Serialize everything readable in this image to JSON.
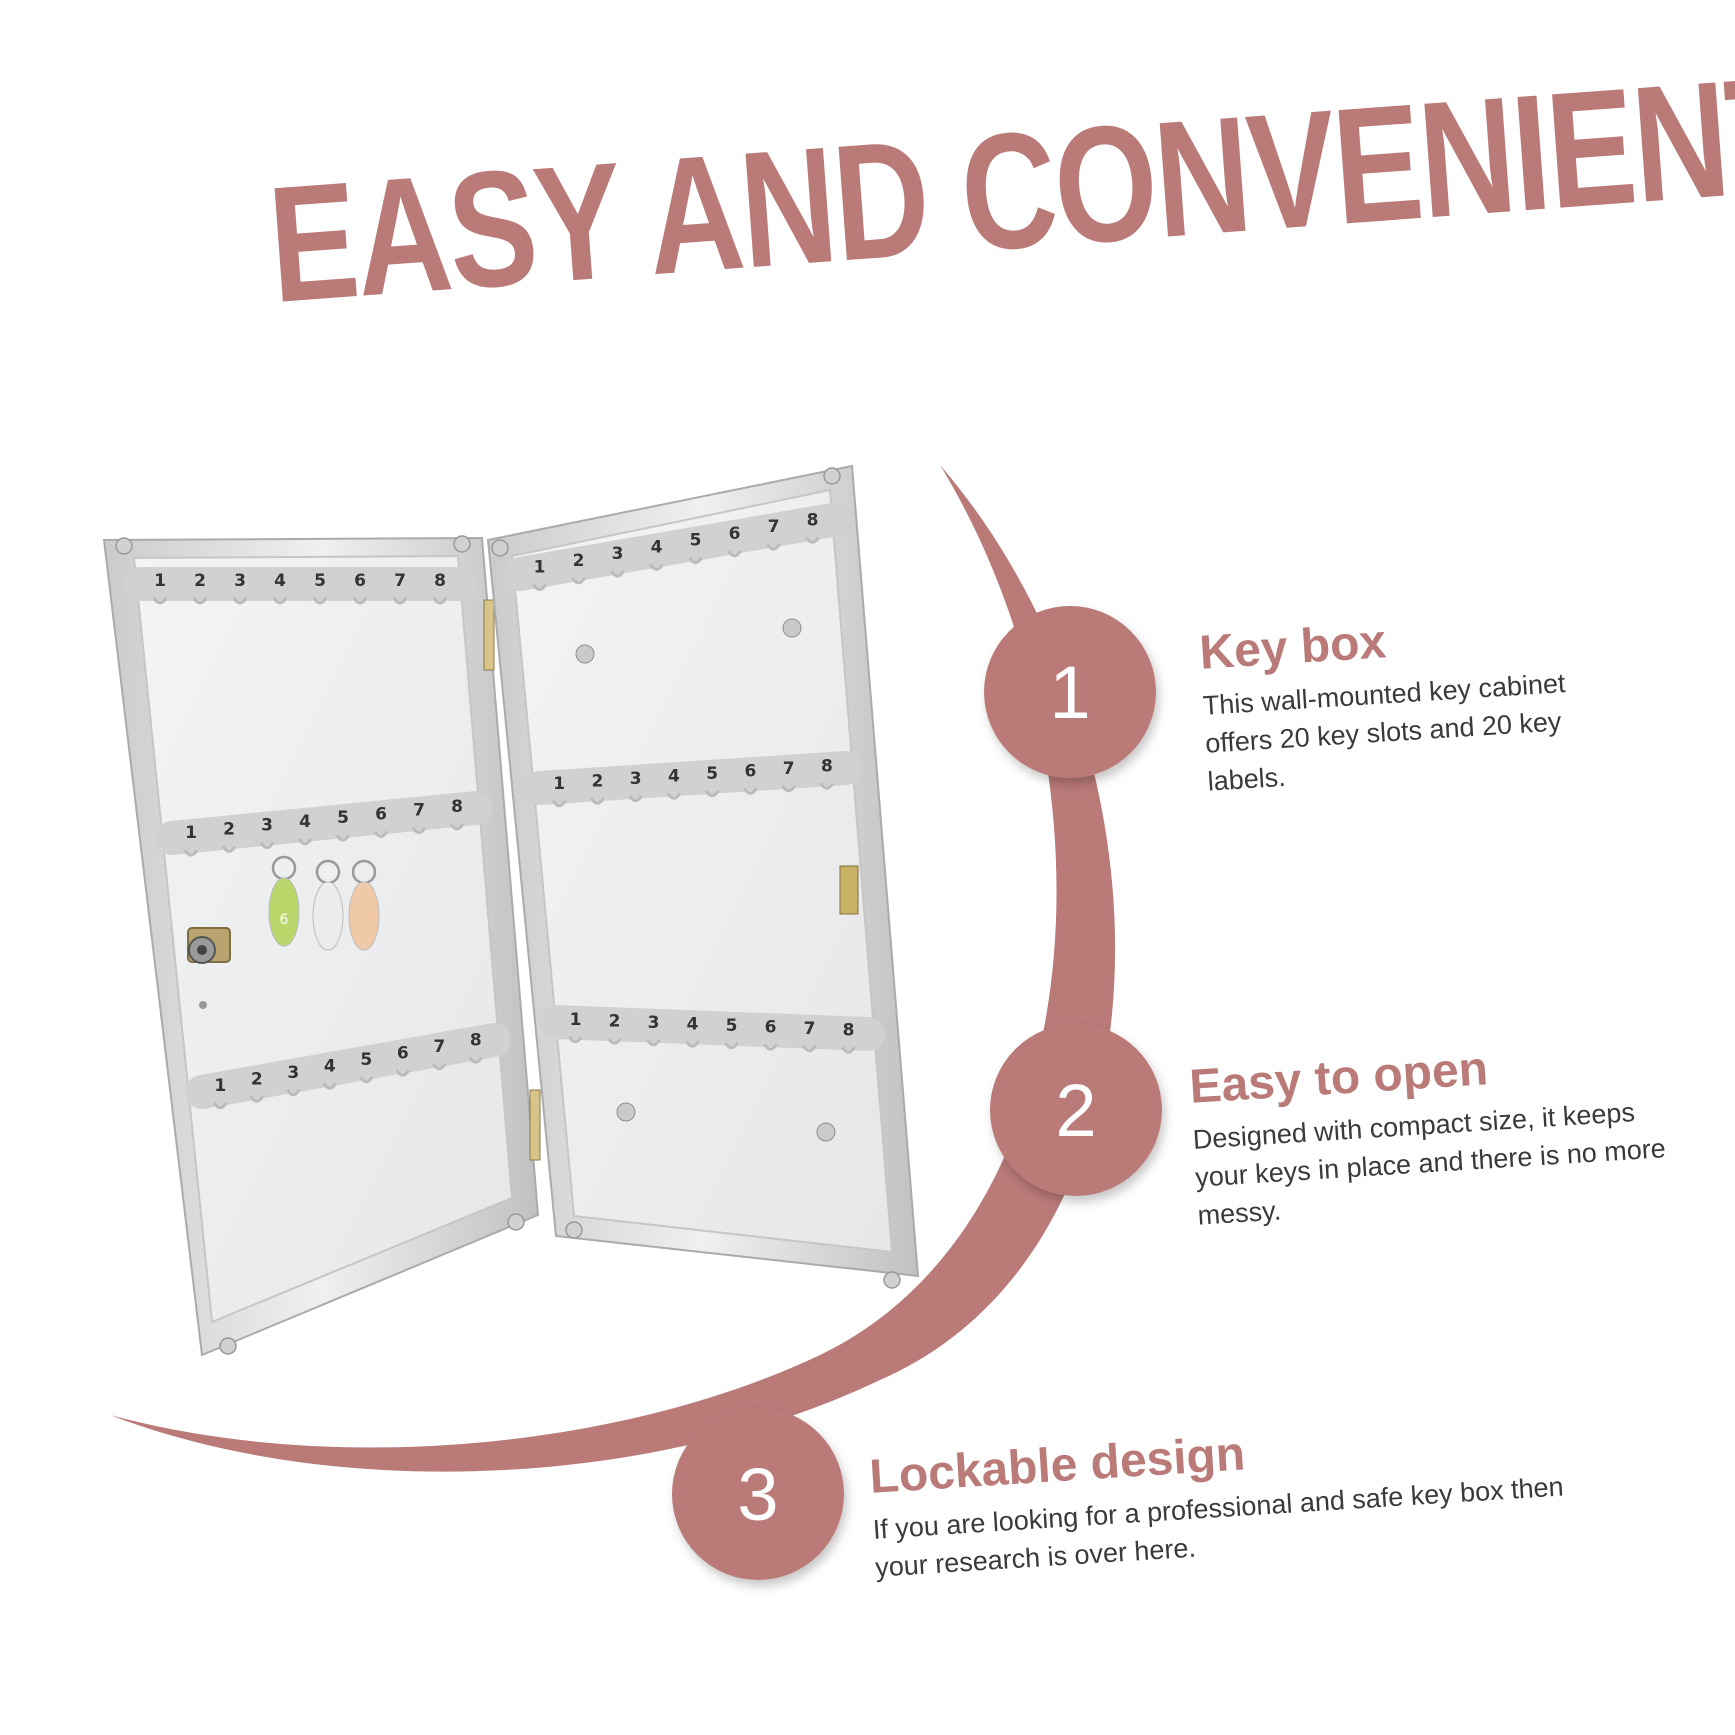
{
  "headline": "EASY AND CONVENIENT",
  "features": [
    {
      "number": "1",
      "title": "Key box",
      "description": "This wall-mounted key cabinet offers 20 key slots and 20 key labels."
    },
    {
      "number": "2",
      "title": "Easy to open",
      "description": "Designed with compact size, it keeps your keys in place and there is no more messy."
    },
    {
      "number": "3",
      "title": "Lockable design",
      "description": "If you are looking for a professional and safe key box then your research is over here."
    }
  ],
  "cabinet": {
    "left_door": {
      "rows": [
        {
          "hooks": [
            "1",
            "2",
            "3",
            "4",
            "5",
            "6",
            "7",
            "8"
          ]
        },
        {
          "hooks": [
            "1",
            "2",
            "3",
            "4",
            "5",
            "6",
            "7",
            "8"
          ]
        },
        {
          "hooks": [
            "1",
            "2",
            "3",
            "4",
            "5",
            "6",
            "7",
            "8"
          ]
        }
      ]
    },
    "right_panel": {
      "rows": [
        {
          "hooks": [
            "1",
            "2",
            "3",
            "4",
            "5",
            "6",
            "7",
            "8"
          ]
        },
        {
          "hooks": [
            "1",
            "2",
            "3",
            "4",
            "5",
            "6",
            "7",
            "8"
          ]
        },
        {
          "hooks": [
            "1",
            "2",
            "3",
            "4",
            "5",
            "6",
            "7",
            "8"
          ]
        }
      ]
    },
    "key_tags": [
      {
        "color": "#b9d76a",
        "label": "6"
      },
      {
        "color": "#ececec",
        "label": ""
      },
      {
        "color": "#f0c9a8",
        "label": ""
      }
    ]
  },
  "colors": {
    "accent": "#b97a78",
    "metal_frame": "#d6d8da",
    "panel": "#eeeff0",
    "text_dark": "#3a3a3a"
  }
}
